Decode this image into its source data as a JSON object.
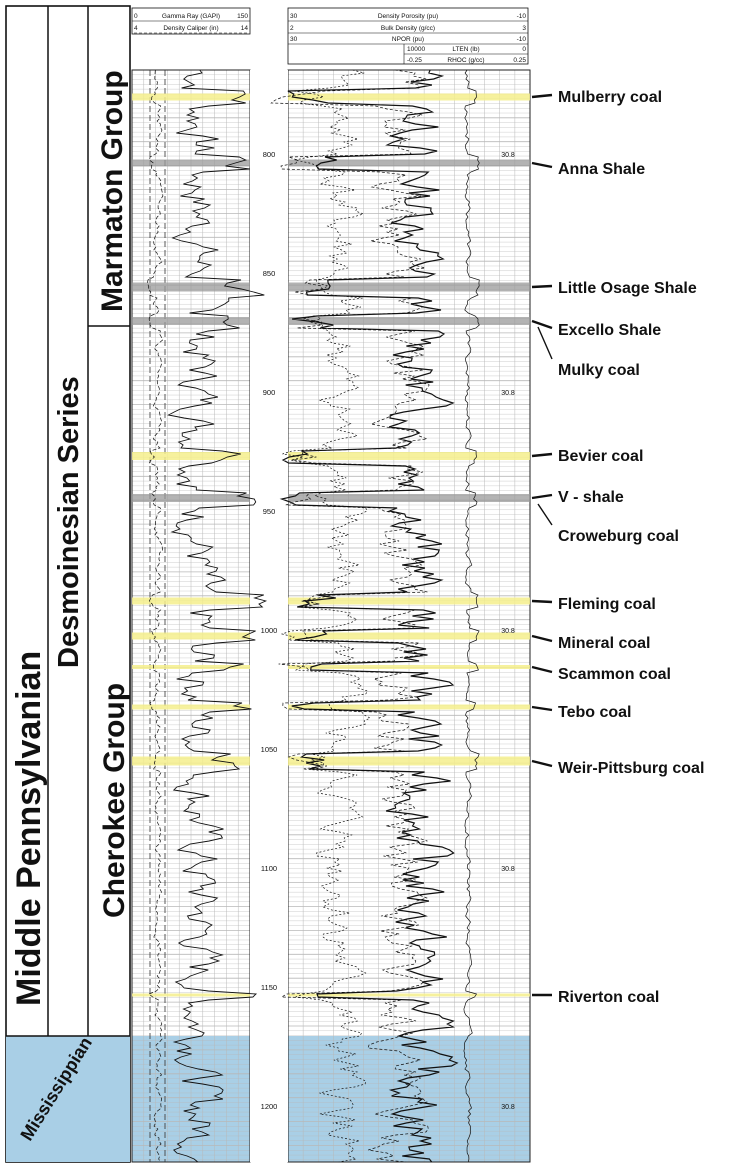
{
  "stratigraphy": {
    "period": "Middle Pennsylvanian",
    "series": "Desmoinesian Series",
    "groups": [
      "Marmaton Group",
      "Cherokee Group"
    ],
    "base_unit": "Mississippian"
  },
  "track_headers": {
    "left": [
      {
        "min": "0",
        "name": "Gamma Ray (GAPI)",
        "max": "150"
      },
      {
        "min": "4",
        "name": "Density Caliper (in)",
        "max": "14"
      }
    ],
    "right": [
      {
        "min": "30",
        "name": "Density Porosity (pu)",
        "max": "-10"
      },
      {
        "min": "2",
        "name": "Bulk Density (g/cc)",
        "max": "3"
      },
      {
        "min": "30",
        "name": "NPOR (pu)",
        "max": "-10"
      },
      {
        "min": "10000",
        "name": "LTEN (lb)",
        "max": "0"
      },
      {
        "min": "-0.25",
        "name": "RHOC (g/cc)",
        "max": "0.25"
      }
    ]
  },
  "depth_labels": [
    "800",
    "850",
    "900",
    "950",
    "1000",
    "1050",
    "1100",
    "1150",
    "1200"
  ],
  "scale_marks": [
    "30.8",
    "30.8",
    "30.8",
    "30.8",
    "30.8"
  ],
  "marker_beds": [
    {
      "label": "Mulberry coal",
      "kind": "coal"
    },
    {
      "label": "Anna Shale",
      "kind": "shale"
    },
    {
      "label": "Little Osage Shale",
      "kind": "shale"
    },
    {
      "label": "Excello Shale",
      "kind": "shale"
    },
    {
      "label": "Mulky coal",
      "kind": "coal"
    },
    {
      "label": "Bevier coal",
      "kind": "coal"
    },
    {
      "label": "V - shale",
      "kind": "shale"
    },
    {
      "label": "Croweburg coal",
      "kind": "coal"
    },
    {
      "label": "Fleming coal",
      "kind": "coal"
    },
    {
      "label": "Mineral coal",
      "kind": "coal"
    },
    {
      "label": "Scammon coal",
      "kind": "coal"
    },
    {
      "label": "Tebo coal",
      "kind": "coal"
    },
    {
      "label": "Weir-Pittsburg coal",
      "kind": "coal"
    },
    {
      "label": "Riverton coal",
      "kind": "coal"
    }
  ],
  "colors": {
    "coal": "#f4ee8c",
    "shale": "#9a9a9a",
    "mississippian": "#a9cfe6",
    "grid": "#b8b8b8",
    "ink": "#111111"
  }
}
